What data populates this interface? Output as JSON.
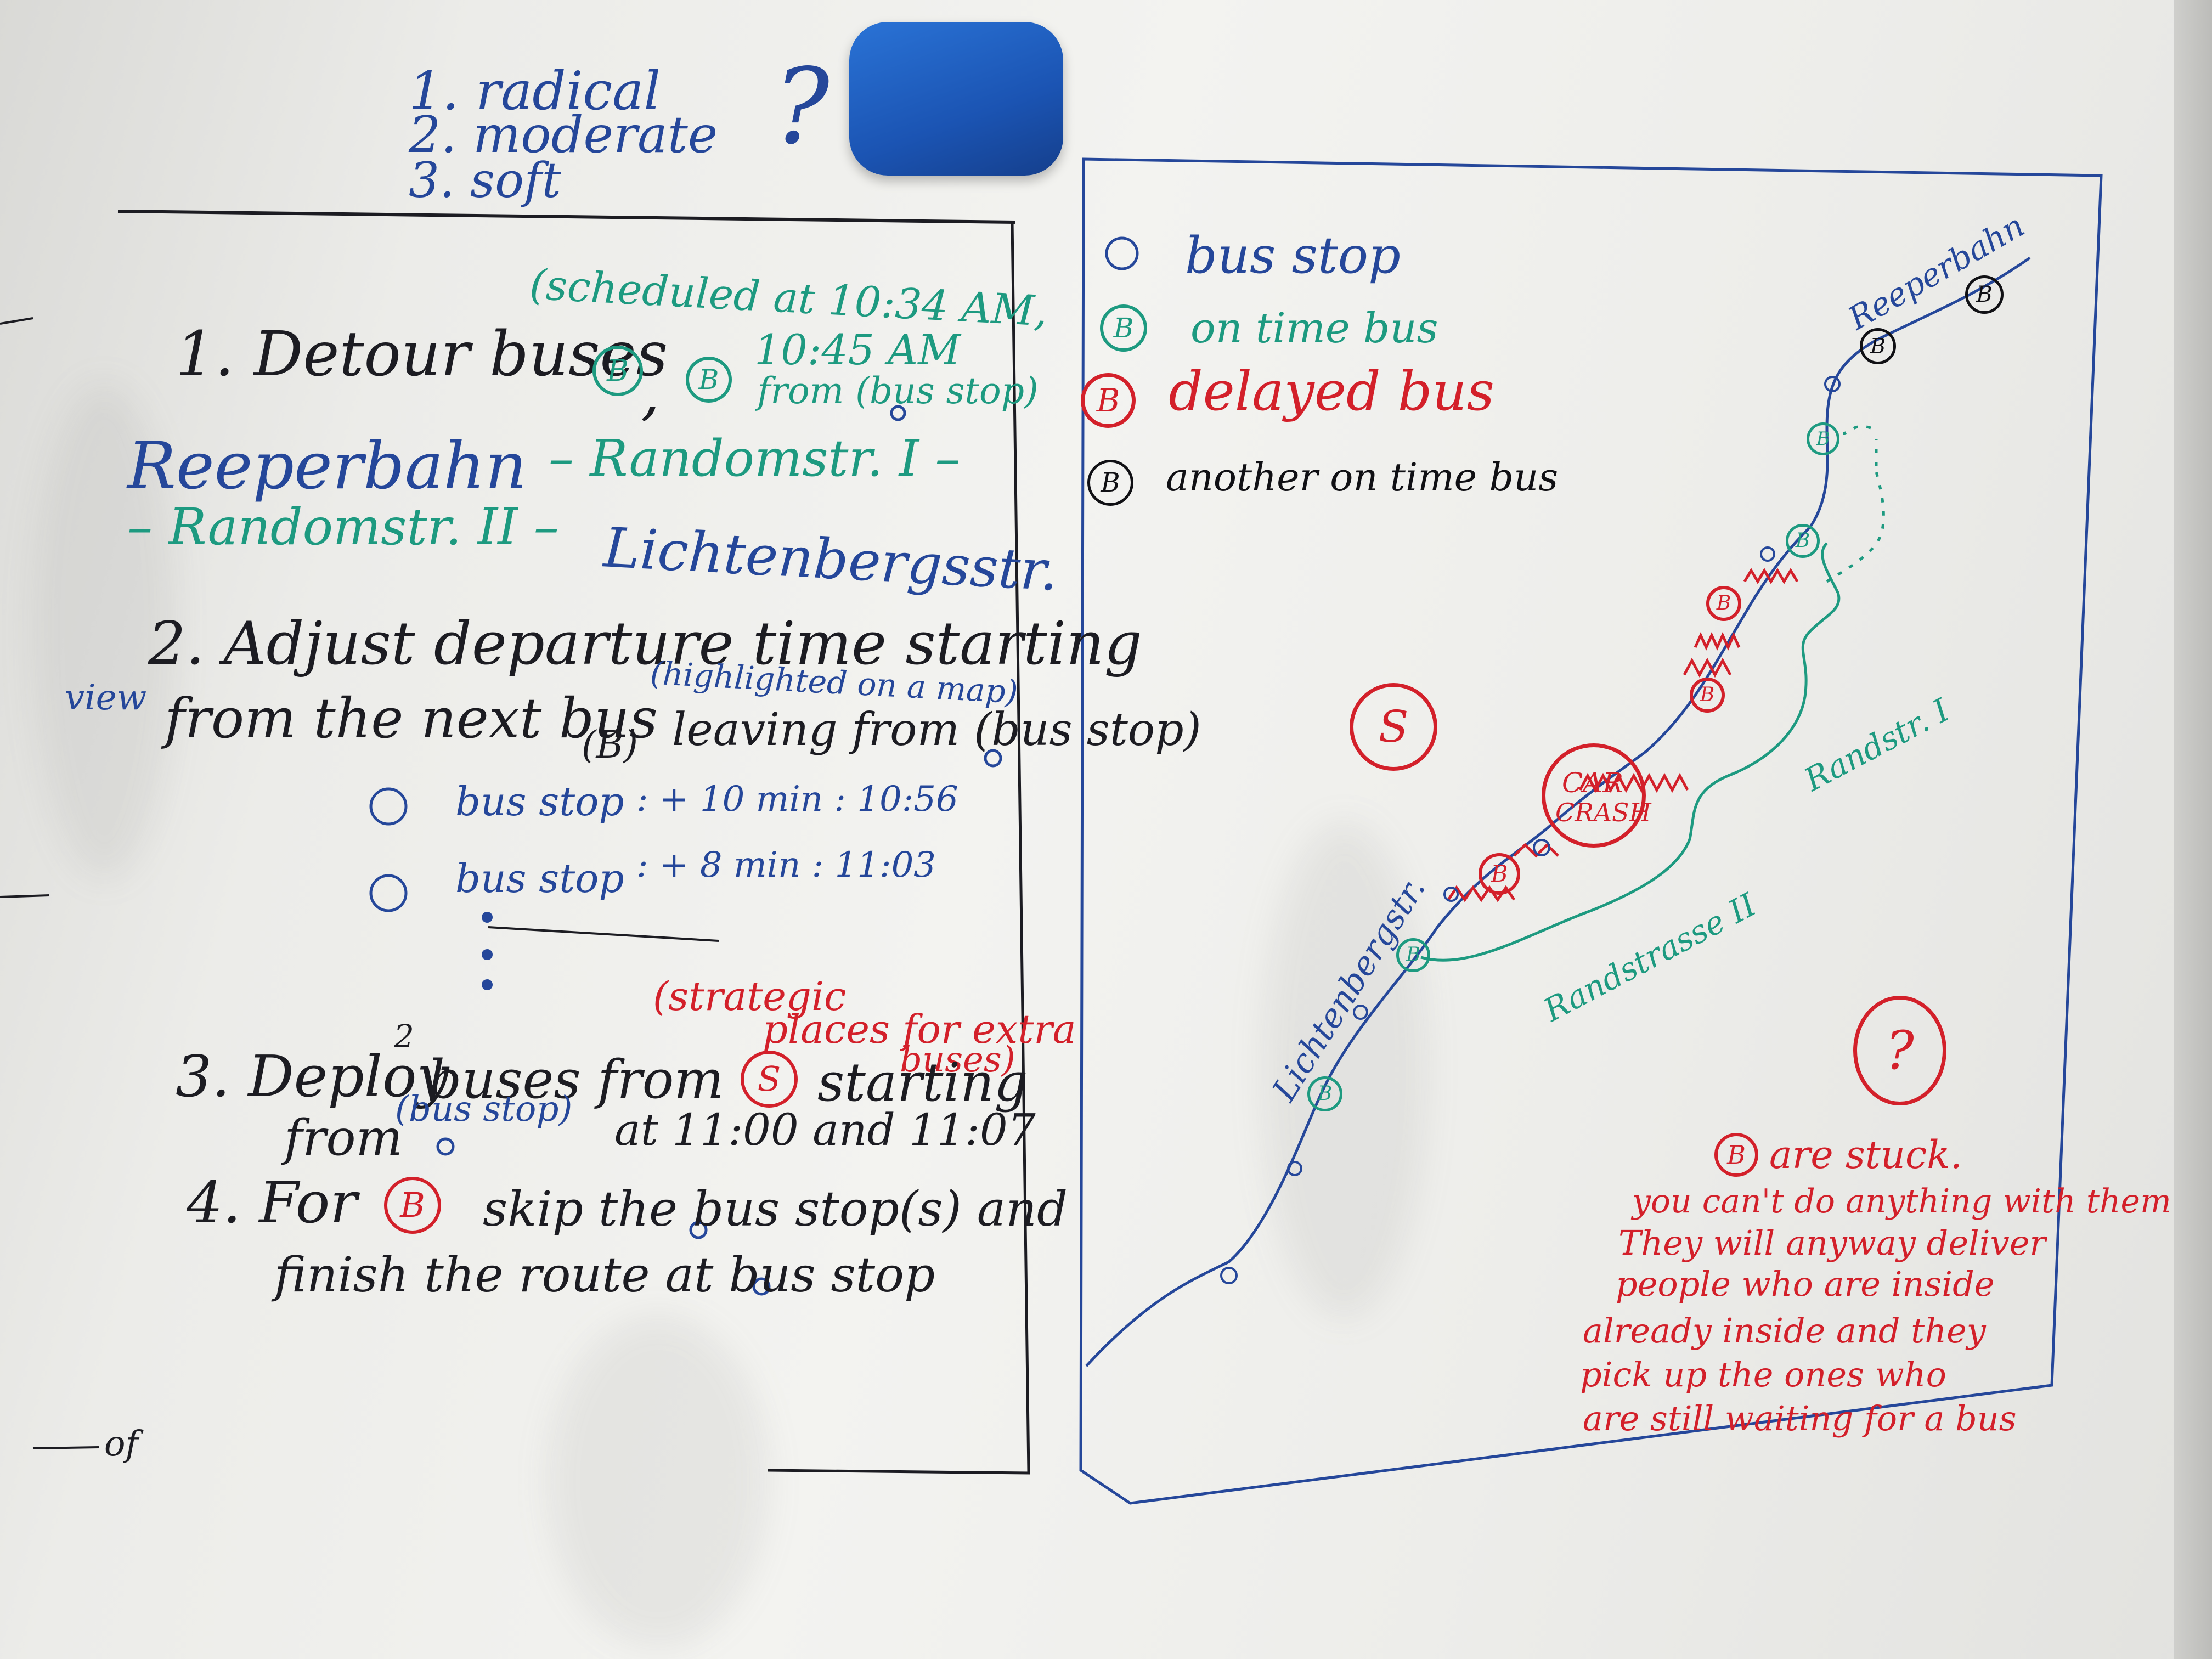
{
  "options": {
    "items": [
      "1. radical",
      "2. moderate",
      "3. soft"
    ],
    "question_mark": "?"
  },
  "plan": {
    "step1": {
      "title": "1. Detour buses",
      "bus_marker": "B",
      "comma": ",",
      "schedule_line1": "(scheduled at 10:34 AM,",
      "schedule_line2": "10:45 AM",
      "schedule_line3": "from (bus stop)",
      "route_line1_a": "Reeperbahn",
      "route_line1_b": "– Randomstr. I –",
      "route_line2_a": "– Randomstr. II –",
      "route_line2_b": "Lichtenbergsstr."
    },
    "step2": {
      "line1": "2. Adjust departure time starting",
      "note": "(highlighted on a map)",
      "line2_a": "from the next bus",
      "line2_b": "leaving from (bus stop)",
      "marker": "(B)",
      "stop1_label": "bus stop",
      "stop1_detail": ": + 10 min : 10:56",
      "stop2_label": "bus stop",
      "stop2_detail": ": + 8 min : 11:03"
    },
    "step3": {
      "note_line1": "(strategic",
      "note_line2": "places for extra",
      "note_line3": "buses)",
      "line1_a": "3. Deploy",
      "superscript": "2",
      "line1_b": "buses from",
      "marker": "S",
      "line1_c": "starting",
      "line2_a": "from",
      "line2_b": "(bus stop)",
      "line2_c": "at 11:00 and 11:07"
    },
    "step4": {
      "line1_a": "4. For",
      "marker": "B",
      "line1_b": "skip the bus stop(s) and",
      "line2": "finish the route at bus stop"
    },
    "left_edge_text": [
      "view",
      "of"
    ]
  },
  "legend": {
    "bus_stop": "bus stop",
    "on_time_marker": "B",
    "on_time": "on time bus",
    "delayed_marker": "B",
    "delayed": "delayed bus",
    "another_marker": "B",
    "another": "another on time bus"
  },
  "map": {
    "reeperbahn": "Reeperbahn",
    "lichtenbergstr": "Lichtenbergstr.",
    "randstr1": "Randstr. I",
    "randstr2": "Randstrasse II",
    "car_crash_line1": "CAR",
    "car_crash_line2": "CRASH",
    "strategic_marker": "S",
    "question_marker": "?",
    "bus_marker": "B"
  },
  "note": {
    "marker": "B",
    "line1": "are stuck.",
    "line2": "you can't do anything with them",
    "line3": "They will anyway deliver",
    "line4": "people who are inside",
    "line5": "already inside and they",
    "line6": "pick up the ones who",
    "line7": "are still waiting for a bus"
  },
  "colors": {
    "board": "#f0f0ed",
    "black_marker": "#1c1c22",
    "blue_marker": "#25479a",
    "green_marker": "#1d9a80",
    "red_marker": "#d3202a",
    "eraser": "#1e5fc4"
  },
  "icons": {
    "eraser": "whiteboard-eraser",
    "bus_stop": "circle-outline",
    "bus": "circled-letter-b"
  }
}
